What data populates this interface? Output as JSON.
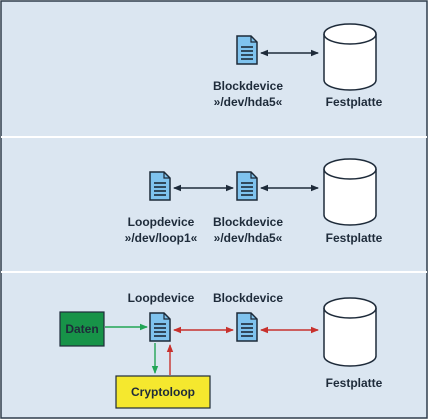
{
  "colors": {
    "background": "#dbe6f1",
    "border": "#2f3d4c",
    "doc_fill": "#7fc3ee",
    "doc_stroke": "#1d2a38",
    "arrow_black": "#1e2b3a",
    "arrow_red": "#c8312d",
    "arrow_green": "#22a556",
    "daten_fill": "#179348",
    "crypto_fill": "#f5e82e"
  },
  "row1": {
    "blockdevice_label": "Blockdevice",
    "blockdevice_path": "»/dev/hda5«",
    "festplatte_label": "Festplatte"
  },
  "row2": {
    "loopdevice_label": "Loopdevice",
    "loopdevice_path": "»/dev/loop1«",
    "blockdevice_label": "Blockdevice",
    "blockdevice_path": "»/dev/hda5«",
    "festplatte_label": "Festplatte"
  },
  "row3": {
    "loopdevice_label": "Loopdevice",
    "blockdevice_label": "Blockdevice",
    "festplatte_label": "Festplatte",
    "daten_label": "Daten",
    "cryptoloop_label": "Cryptoloop"
  }
}
